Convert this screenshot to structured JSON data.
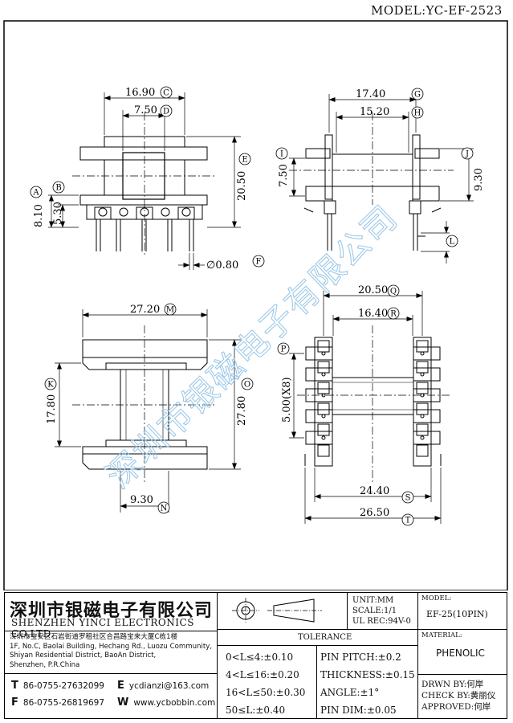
{
  "model": "MODEL:YC-EF-2523",
  "dimensions": {
    "c": "16.90",
    "d": "7.50",
    "e": "20.50",
    "a": "8.10",
    "b": "5.30",
    "f": "∅0.80",
    "g": "17.40",
    "h": "15.20",
    "i": "7.50",
    "j": "9.30",
    "m": "27.20",
    "k": "17.80",
    "o": "27.80",
    "n": "9.30",
    "q": "20.50",
    "r": "16.40",
    "p": "5.00(X8)",
    "s": "24.40",
    "t": "26.50"
  },
  "circle_labels": [
    "A",
    "B",
    "C",
    "D",
    "E",
    "F",
    "G",
    "H",
    "I",
    "J",
    "K",
    "L",
    "M",
    "N",
    "O",
    "P",
    "Q",
    "R",
    "S",
    "T"
  ],
  "watermark": "深圳市银磁电子有限公司",
  "title_block": {
    "company_cn": "深圳市银磁电子有限公司",
    "company_en": "SHENZHEN YINCI ELECTRONICS CO,LTD.",
    "address_cn": "深圳市宝安区石岩街道罗租社区合昌路宝来大厦C栋1楼",
    "address_en_1": "1F, No.C, Baolai Building, Hechang Rd., Luozu Community,",
    "address_en_2": "Shiyan Residential District, BaoAn District,",
    "address_en_3": "Shenzhen, P.R.China",
    "tel_letter": "T",
    "tel": "86-0755-27632099",
    "fax_letter": "F",
    "fax": "86-0755-26819697",
    "email_letter": "E",
    "email": "ycdianzi@163.com",
    "web_letter": "W",
    "web": "www.ycbobbin.com",
    "unit": "UNIT:MM",
    "scale": "SCALE:1/1",
    "ul_rec": "UL REC:94V-0",
    "model_label": "MODEL:",
    "model_value": "EF-25(10PIN)",
    "tolerance_title": "TOLERANCE",
    "tolerances": [
      "0<L≤4:±0.10",
      "4<L≤16:±0.20",
      "16<L≤50:±0.30",
      "50≤L:±0.40"
    ],
    "specs": [
      "PIN PITCH:±0.2",
      "THICKNESS:±0.15",
      "ANGLE:±1°",
      "PIN DIM:±0.05"
    ],
    "material_label": "MATERIAL:",
    "material_value": "PHENOLIC",
    "drawn": "DRWN BY:何岸",
    "check": "CHECK BY:黄丽仪",
    "approved": "APPROVED:何岸"
  }
}
